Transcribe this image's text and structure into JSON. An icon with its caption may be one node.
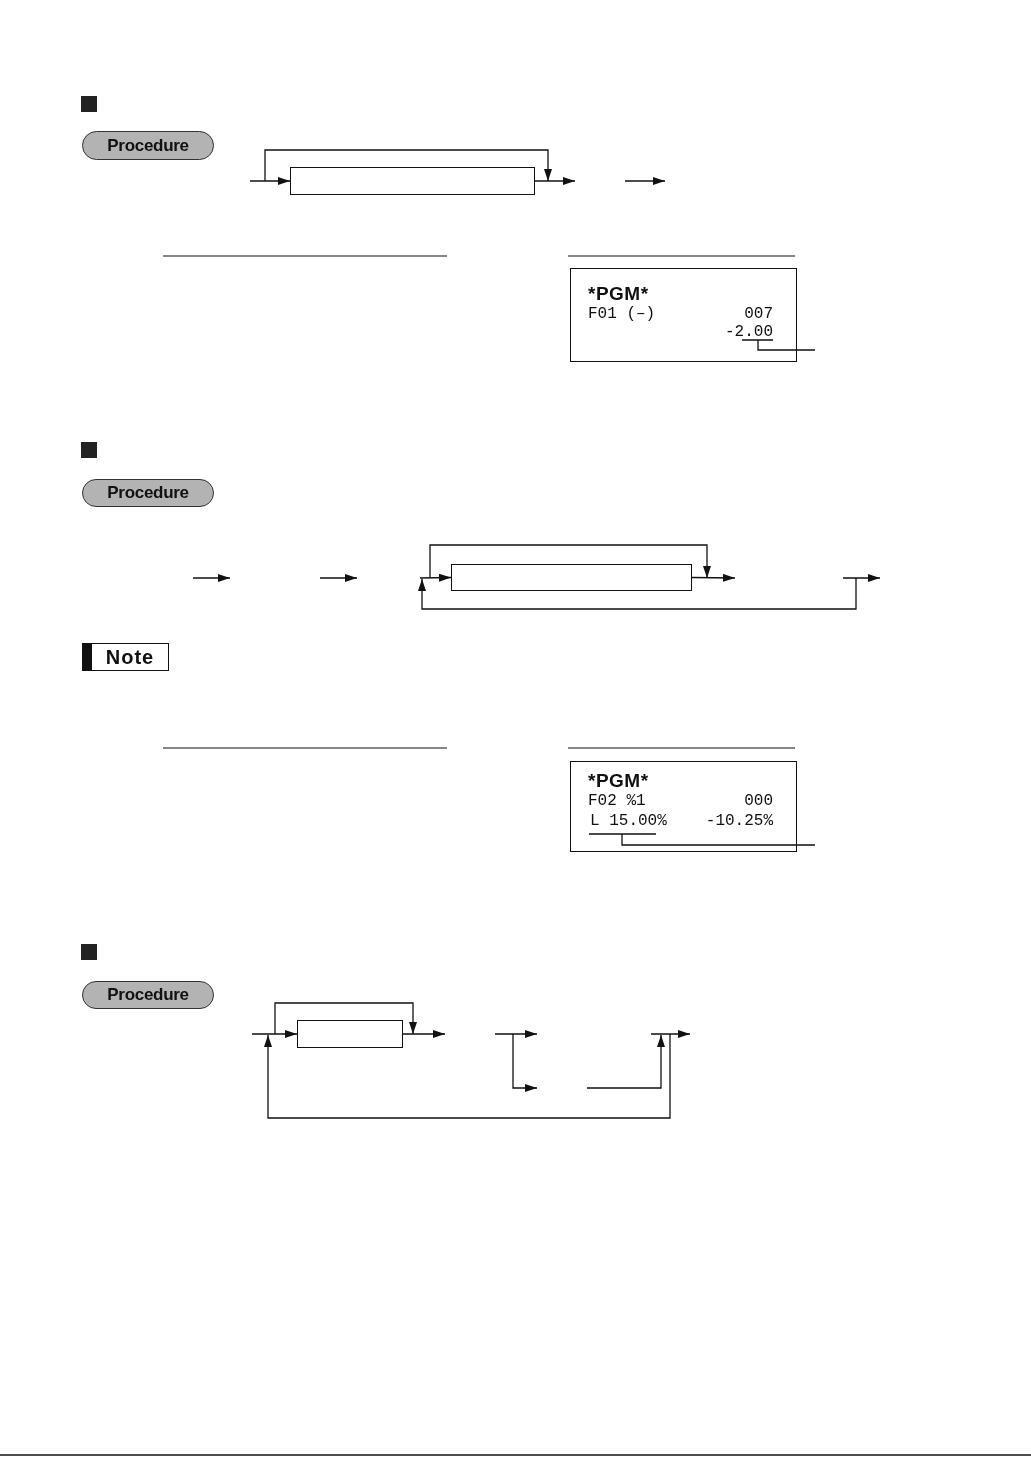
{
  "diagram": {
    "nodes": [
      {
        "text": [
          "Procedure"
        ]
      },
      {
        "text": [],
        "shape": "box"
      },
      {
        "text": [
          "*PGM*",
          "F01 (–)",
          "007",
          "-2.00"
        ]
      },
      {
        "text": [
          "Procedure"
        ]
      },
      {
        "text": [],
        "shape": "box"
      },
      {
        "text": [
          "Note"
        ]
      },
      {
        "text": [
          "*PGM*",
          "F02 %1",
          "000",
          "L 15.00%",
          "-10.25%"
        ]
      },
      {
        "text": [
          "Procedure"
        ]
      },
      {
        "text": [],
        "shape": "box"
      }
    ],
    "edges": [
      {
        "from": null,
        "to": 1,
        "arrow": "to"
      },
      {
        "from": 1,
        "to": null,
        "arrow": "to"
      },
      {
        "from": 2,
        "to": null,
        "arrow": "none"
      },
      {
        "from": null,
        "to": 4,
        "arrow": "to"
      },
      {
        "from": 4,
        "to": null,
        "arrow": "to"
      },
      {
        "from": 6,
        "to": null,
        "arrow": "none"
      },
      {
        "from": null,
        "to": 8,
        "arrow": "to"
      },
      {
        "from": 8,
        "to": null,
        "arrow": "to"
      }
    ]
  }
}
